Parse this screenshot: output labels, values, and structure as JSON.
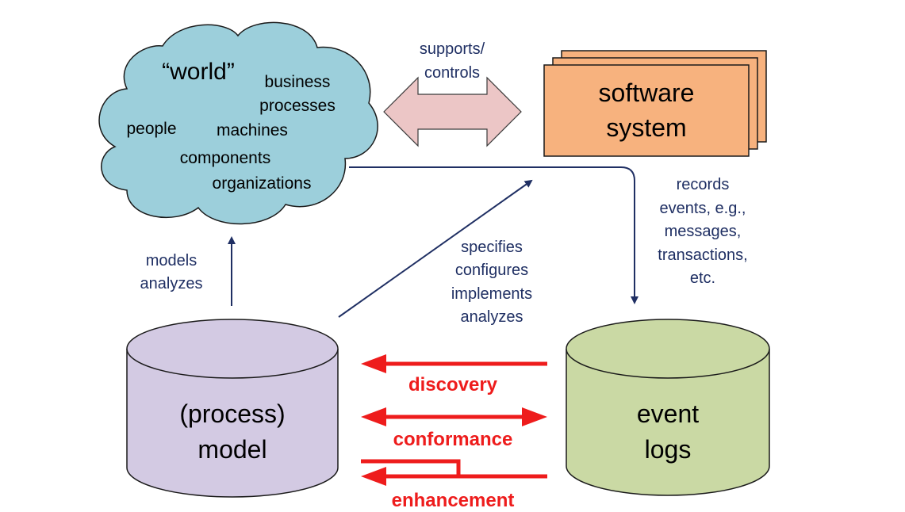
{
  "cloud": {
    "title": "“world”",
    "items": {
      "business": "business",
      "processes": "processes",
      "people": "people",
      "machines": "machines",
      "components": "components",
      "organizations": "organizations"
    }
  },
  "software_system": {
    "line1": "software",
    "line2": "system"
  },
  "supports_controls": {
    "line1": "supports/",
    "line2": "controls"
  },
  "records": {
    "lines": [
      "records",
      "events, e.g.,",
      "messages,",
      "transactions,",
      "etc."
    ]
  },
  "models_analyzes": {
    "line1": "models",
    "line2": "analyzes"
  },
  "specifies": {
    "lines": [
      "specifies",
      "configures",
      "implements",
      "analyzes"
    ]
  },
  "process_model": {
    "line1": "(process)",
    "line2": "model"
  },
  "event_logs": {
    "line1": "event",
    "line2": "logs"
  },
  "techniques": {
    "discovery": "discovery",
    "conformance": "conformance",
    "enhancement": "enhancement"
  },
  "colors": {
    "cloud_fill": "#9ccfdb",
    "software_fill": "#f7b27e",
    "model_fill": "#d3cae3",
    "logs_fill": "#cad9a4",
    "double_arrow_fill": "#ecc6c6",
    "navy": "#1f2f63",
    "red": "#ee1c1c"
  }
}
